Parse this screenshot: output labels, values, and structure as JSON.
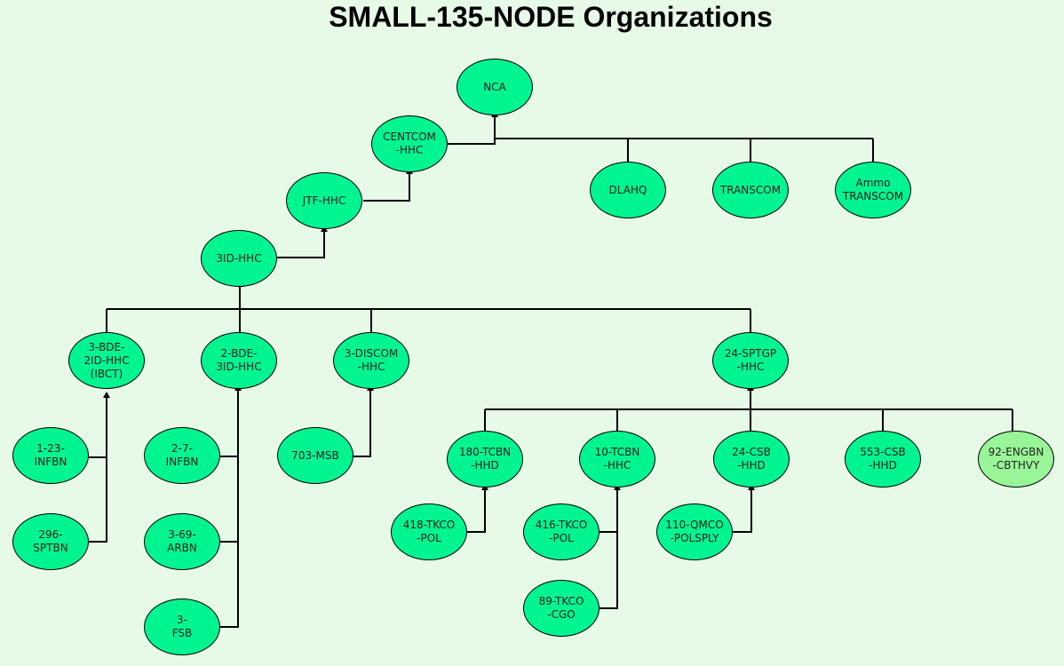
{
  "title": "SMALL-135-NODE Organizations",
  "colors": {
    "background": "#e7fae7",
    "node_fill": "#00f590",
    "node_fill_alt": "#98f598",
    "edge": "#000000"
  },
  "nodes": {
    "nca": "NCA",
    "centcom": "CENTCOM\n-HHC",
    "jtf": "JTF-HHC",
    "id3": "3ID-HHC",
    "dlahq": "DLAHQ",
    "transcom": "TRANSCOM",
    "ammo": "Ammo\nTRANSCOM",
    "bde3": "3-BDE-\n2ID-HHC\n(IBCT)",
    "bde2": "2-BDE-\n3ID-HHC",
    "discom": "3-DISCOM\n-HHC",
    "sptgp": "24-SPTGP\n-HHC",
    "infbn123": "1-23-\nINFBN",
    "sptbn296": "296-\nSPTBN",
    "infbn27": "2-7-\nINFBN",
    "arbn369": "3-69-\nARBN",
    "fsb3": "3-\nFSB",
    "msb703": "703-MSB",
    "tcbn180": "180-TCBN\n-HHD",
    "tcbn10": "10-TCBN\n-HHC",
    "csb24": "24-CSB\n-HHD",
    "csb553": "553-CSB\n-HHD",
    "engbn92": "92-ENGBN\n-CBTHVY",
    "tkco418": "418-TKCO\n-POL",
    "tkco416": "416-TKCO\n-POL",
    "tkco89": "89-TKCO\n-CGO",
    "qmco110": "110-QMCO\n-POLSPLY"
  }
}
